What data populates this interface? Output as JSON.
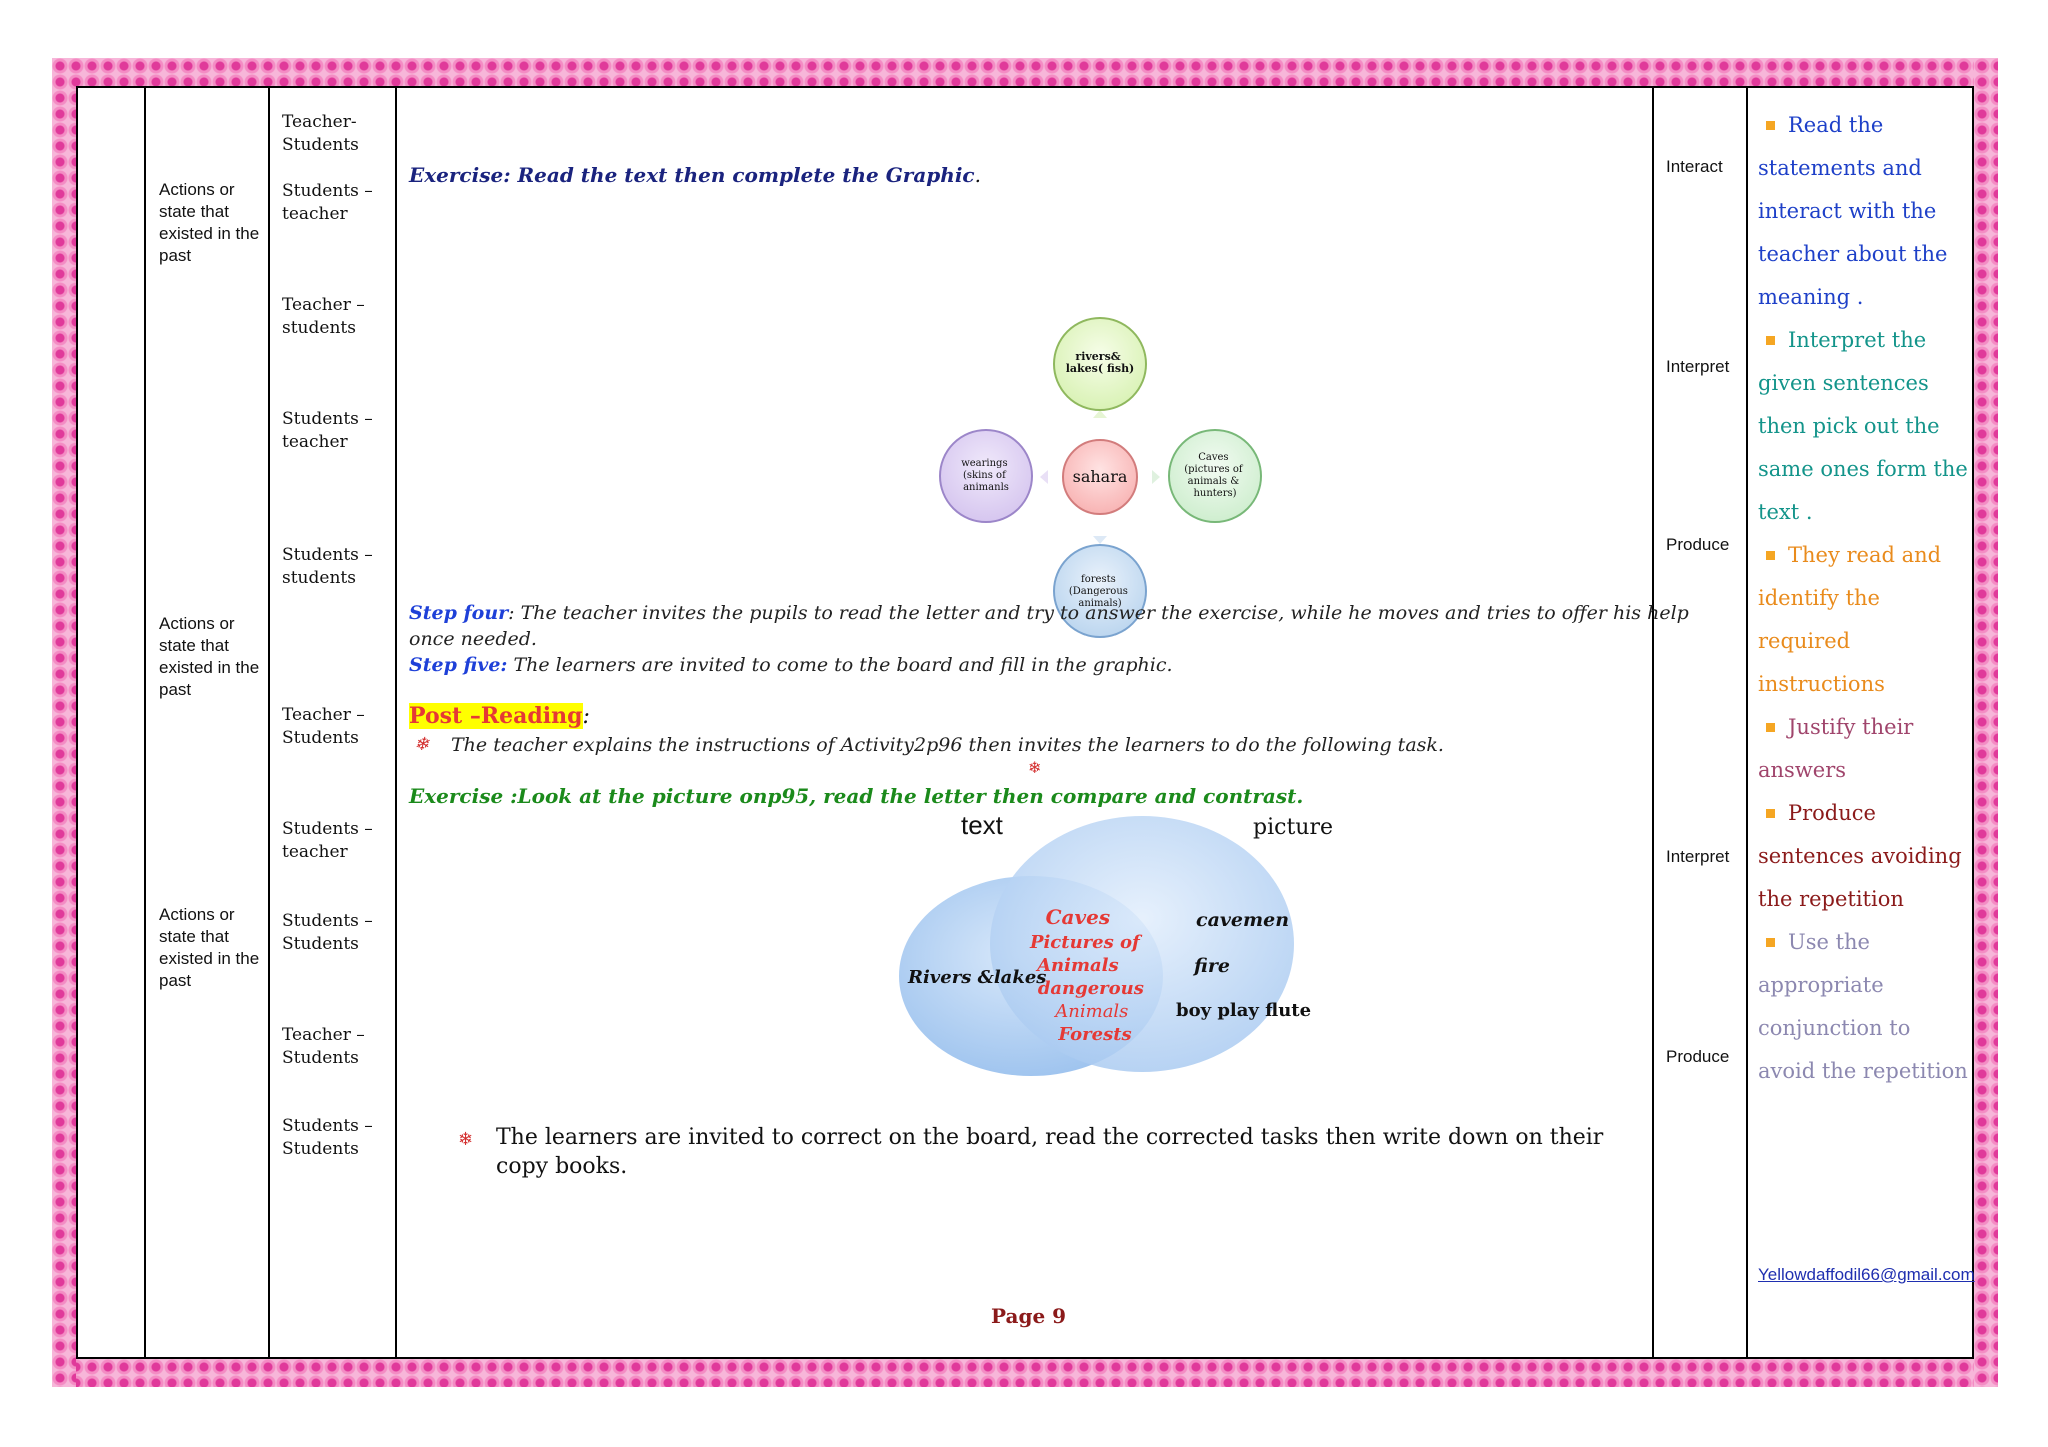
{
  "col2": {
    "items": [
      "Actions or state that existed in the past",
      "Actions or state that existed in the past",
      "Actions or state that existed in the past"
    ]
  },
  "col3": {
    "items": [
      "Teacher-Students",
      "Students – teacher",
      "Teacher – students",
      "Students – teacher",
      "Students – students",
      "Teacher – Students",
      "Students – teacher",
      "Students – Students",
      "Teacher – Students",
      "Students – Students"
    ]
  },
  "main": {
    "exercise1": "Exercise: Read the text then complete the Graphic",
    "exercise1_end": ".",
    "graphic": {
      "center": "sahara",
      "top": [
        "rivers&",
        "lakes( fish)"
      ],
      "left": [
        "wearings",
        "(skins of",
        "animanls"
      ],
      "right": [
        "Caves",
        "(pictures of",
        "animals &",
        "hunters)"
      ],
      "bottom": [
        "forests",
        "(Dangerous",
        "animals)"
      ]
    },
    "step4_label": "Step four",
    "step4_text": ": The teacher invites the pupils to read the letter and try to answer the exercise, while he moves and tries to offer his help once needed.",
    "step5_label": "Step five:",
    "step5_text": " The learners are invited to come to the board and fill in the graphic.",
    "post_heading": "Post –Reading",
    "post_colon": ":",
    "post_bullet": "The teacher explains the instructions of Activity2p96 then invites the learners to do the following task.",
    "exercise2": "Exercise :Look at the picture onp95, read the letter then compare and contrast.",
    "venn": {
      "left_title": "text",
      "right_title": "picture",
      "left_only": "Rivers &lakes",
      "overlap": [
        "Caves",
        "Pictures of",
        "Animals",
        "dangerous",
        "Animals",
        "Forests"
      ],
      "right_only": [
        "cavemen",
        "fire",
        "boy play flute"
      ]
    },
    "final_bullet": "The learners are invited to correct on the board, read the corrected tasks then write down on their copy books.",
    "page_number": "Page 9"
  },
  "col5": {
    "items": [
      "Interact",
      "Interpret",
      "Produce",
      "Interpret",
      "Produce"
    ]
  },
  "objectives": {
    "items": [
      "Read the statements  and interact with the teacher about the meaning .",
      "Interpret the given sentences then pick out the same ones form the text .",
      "They read  and identify  the required instructions",
      "Justify their answers",
      "Produce sentences avoiding the repetition",
      "Use the appropriate conjunction to avoid the repetition"
    ],
    "email": "Yellowdaffodil66@gmail.com"
  },
  "colors": {
    "frame_pink": "#e0399a",
    "exercise_blue": "#1a237e",
    "exercise_green": "#1b8a1b",
    "heading_red": "#e53935",
    "highlight_yellow": "#ffff00"
  }
}
